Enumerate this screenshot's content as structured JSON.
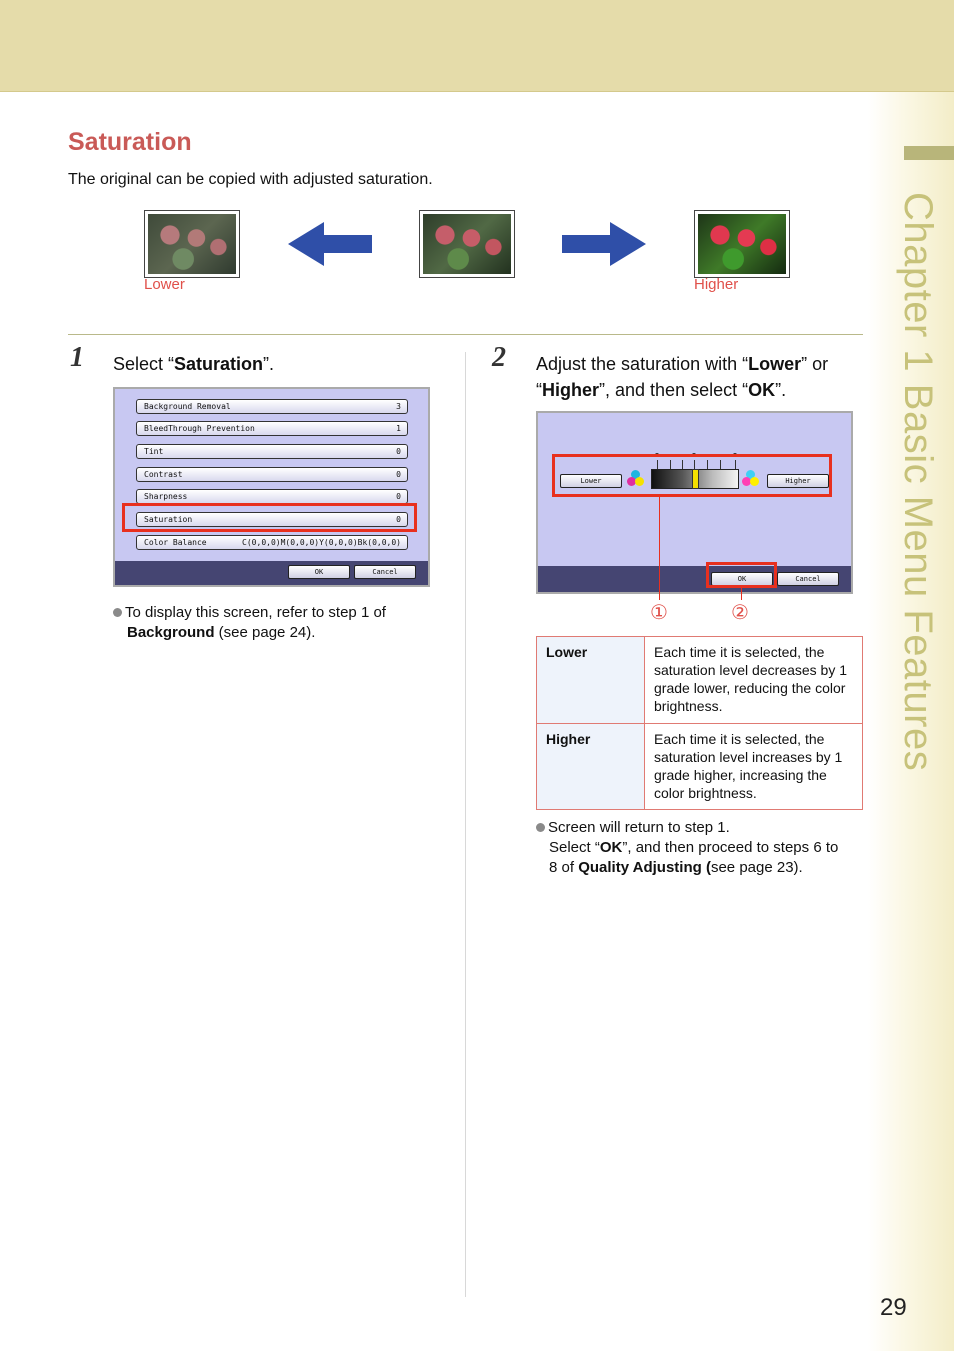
{
  "sidebar": {
    "chapter_label": "Chapter 1   Basic Menu Features"
  },
  "section": {
    "title": "Saturation",
    "intro": "The original can be copied with adjusted saturation."
  },
  "thumbs": {
    "lower_label": "Lower",
    "higher_label": "Higher"
  },
  "step1": {
    "number": "1",
    "text_pre": "Select “",
    "text_bold": "Saturation",
    "text_post": "”.",
    "screen": {
      "rows": [
        {
          "label": "Background Removal",
          "value": "3"
        },
        {
          "label": "BleedThrough Prevention",
          "value": "1"
        },
        {
          "label": "Tint",
          "value": "0"
        },
        {
          "label": "Contrast",
          "value": "0"
        },
        {
          "label": "Sharpness",
          "value": "0"
        },
        {
          "label": "Saturation",
          "value": "0"
        },
        {
          "label": "Color Balance",
          "value": "C(0,0,0)M(0,0,0)Y(0,0,0)Bk(0,0,0)"
        }
      ],
      "ok": "OK",
      "cancel": "Cancel"
    },
    "note_pre": "To display this screen, refer to step 1 of ",
    "note_bold": "Background",
    "note_post": " (see page 24)."
  },
  "step2": {
    "number": "2",
    "line1_pre": "Adjust the saturation with “",
    "line1_bold": "Lower",
    "line1_post": "” or",
    "line2_pre": "“",
    "line2_bold1": "Higher",
    "line2_mid": "”, and then select “",
    "line2_bold2": "OK",
    "line2_post": "”.",
    "screen": {
      "lower": "Lower",
      "higher": "Higher",
      "ok": "OK",
      "cancel": "Cancel"
    },
    "callout1": "①",
    "callout2": "②",
    "table": [
      {
        "term": "Lower",
        "desc": "Each time it is selected, the saturation level decreases by 1 grade lower, reducing the color brightness."
      },
      {
        "term": "Higher",
        "desc": "Each time it is selected, the saturation level increases by 1 grade higher, increasing the color brightness."
      }
    ],
    "note_line1": "Screen will return to step 1.",
    "note_line2_pre": "Select “",
    "note_line2_bold": "OK",
    "note_line2_post": "”, and then proceed to steps 6 to",
    "note_line3_pre": "8 of ",
    "note_line3_bold": "Quality Adjusting (",
    "note_line3_post": "see page 23)."
  },
  "page_number": "29",
  "colors": {
    "accent": "#c95a57",
    "highlight": "#e8301f",
    "band": "#e5dcaa",
    "arrow": "#2f4fa8"
  }
}
